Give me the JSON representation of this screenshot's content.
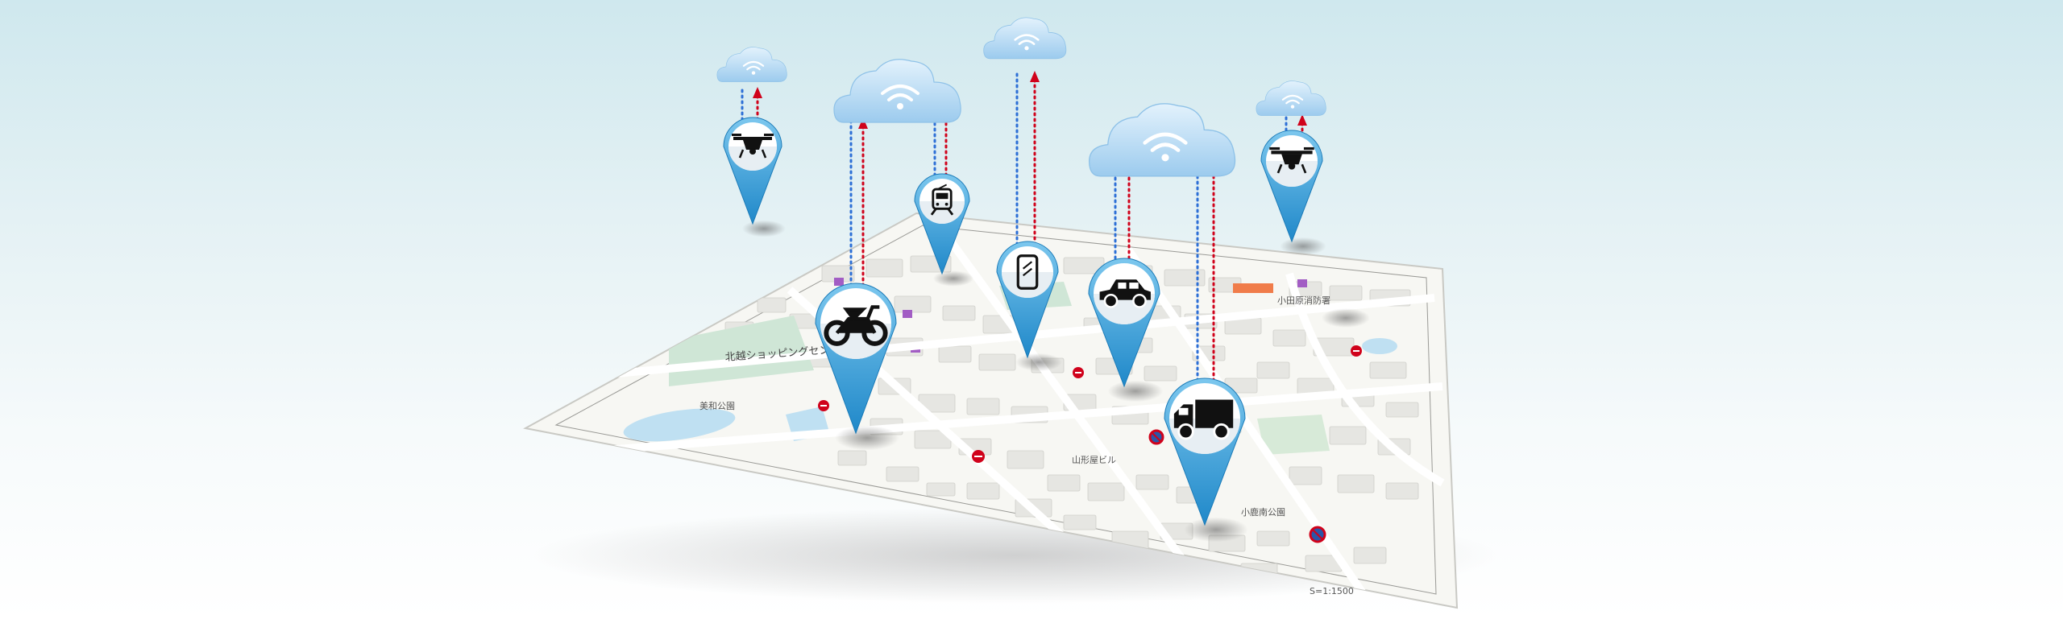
{
  "colors": {
    "sky_top": "#cfe8ee",
    "cloud": "#b9dcf3",
    "pin": "#3aa6dc",
    "uplink": "#d0021b",
    "downlink": "#2d6fd6",
    "map_paper": "#f7f7f3",
    "park": "#cfe6d6",
    "water": "#bfe0f2"
  },
  "map": {
    "labels": {
      "shopping_center": "北越ショッピングセンター",
      "building": "山形屋ビル",
      "fire_station": "小田原消防署",
      "park_left": "美和公園",
      "park_right": "小鹿南公園",
      "scale": "S=1:1500"
    }
  },
  "devices": [
    {
      "icon": "drone-icon"
    },
    {
      "icon": "motorcycle-icon"
    },
    {
      "icon": "tram-icon"
    },
    {
      "icon": "smartphone-icon"
    },
    {
      "icon": "car-icon"
    },
    {
      "icon": "truck-icon"
    },
    {
      "icon": "drone-icon"
    }
  ],
  "clouds": [
    {
      "icon": "wifi-icon"
    },
    {
      "icon": "wifi-icon"
    },
    {
      "icon": "wifi-icon"
    },
    {
      "icon": "wifi-icon"
    },
    {
      "icon": "wifi-icon"
    }
  ]
}
